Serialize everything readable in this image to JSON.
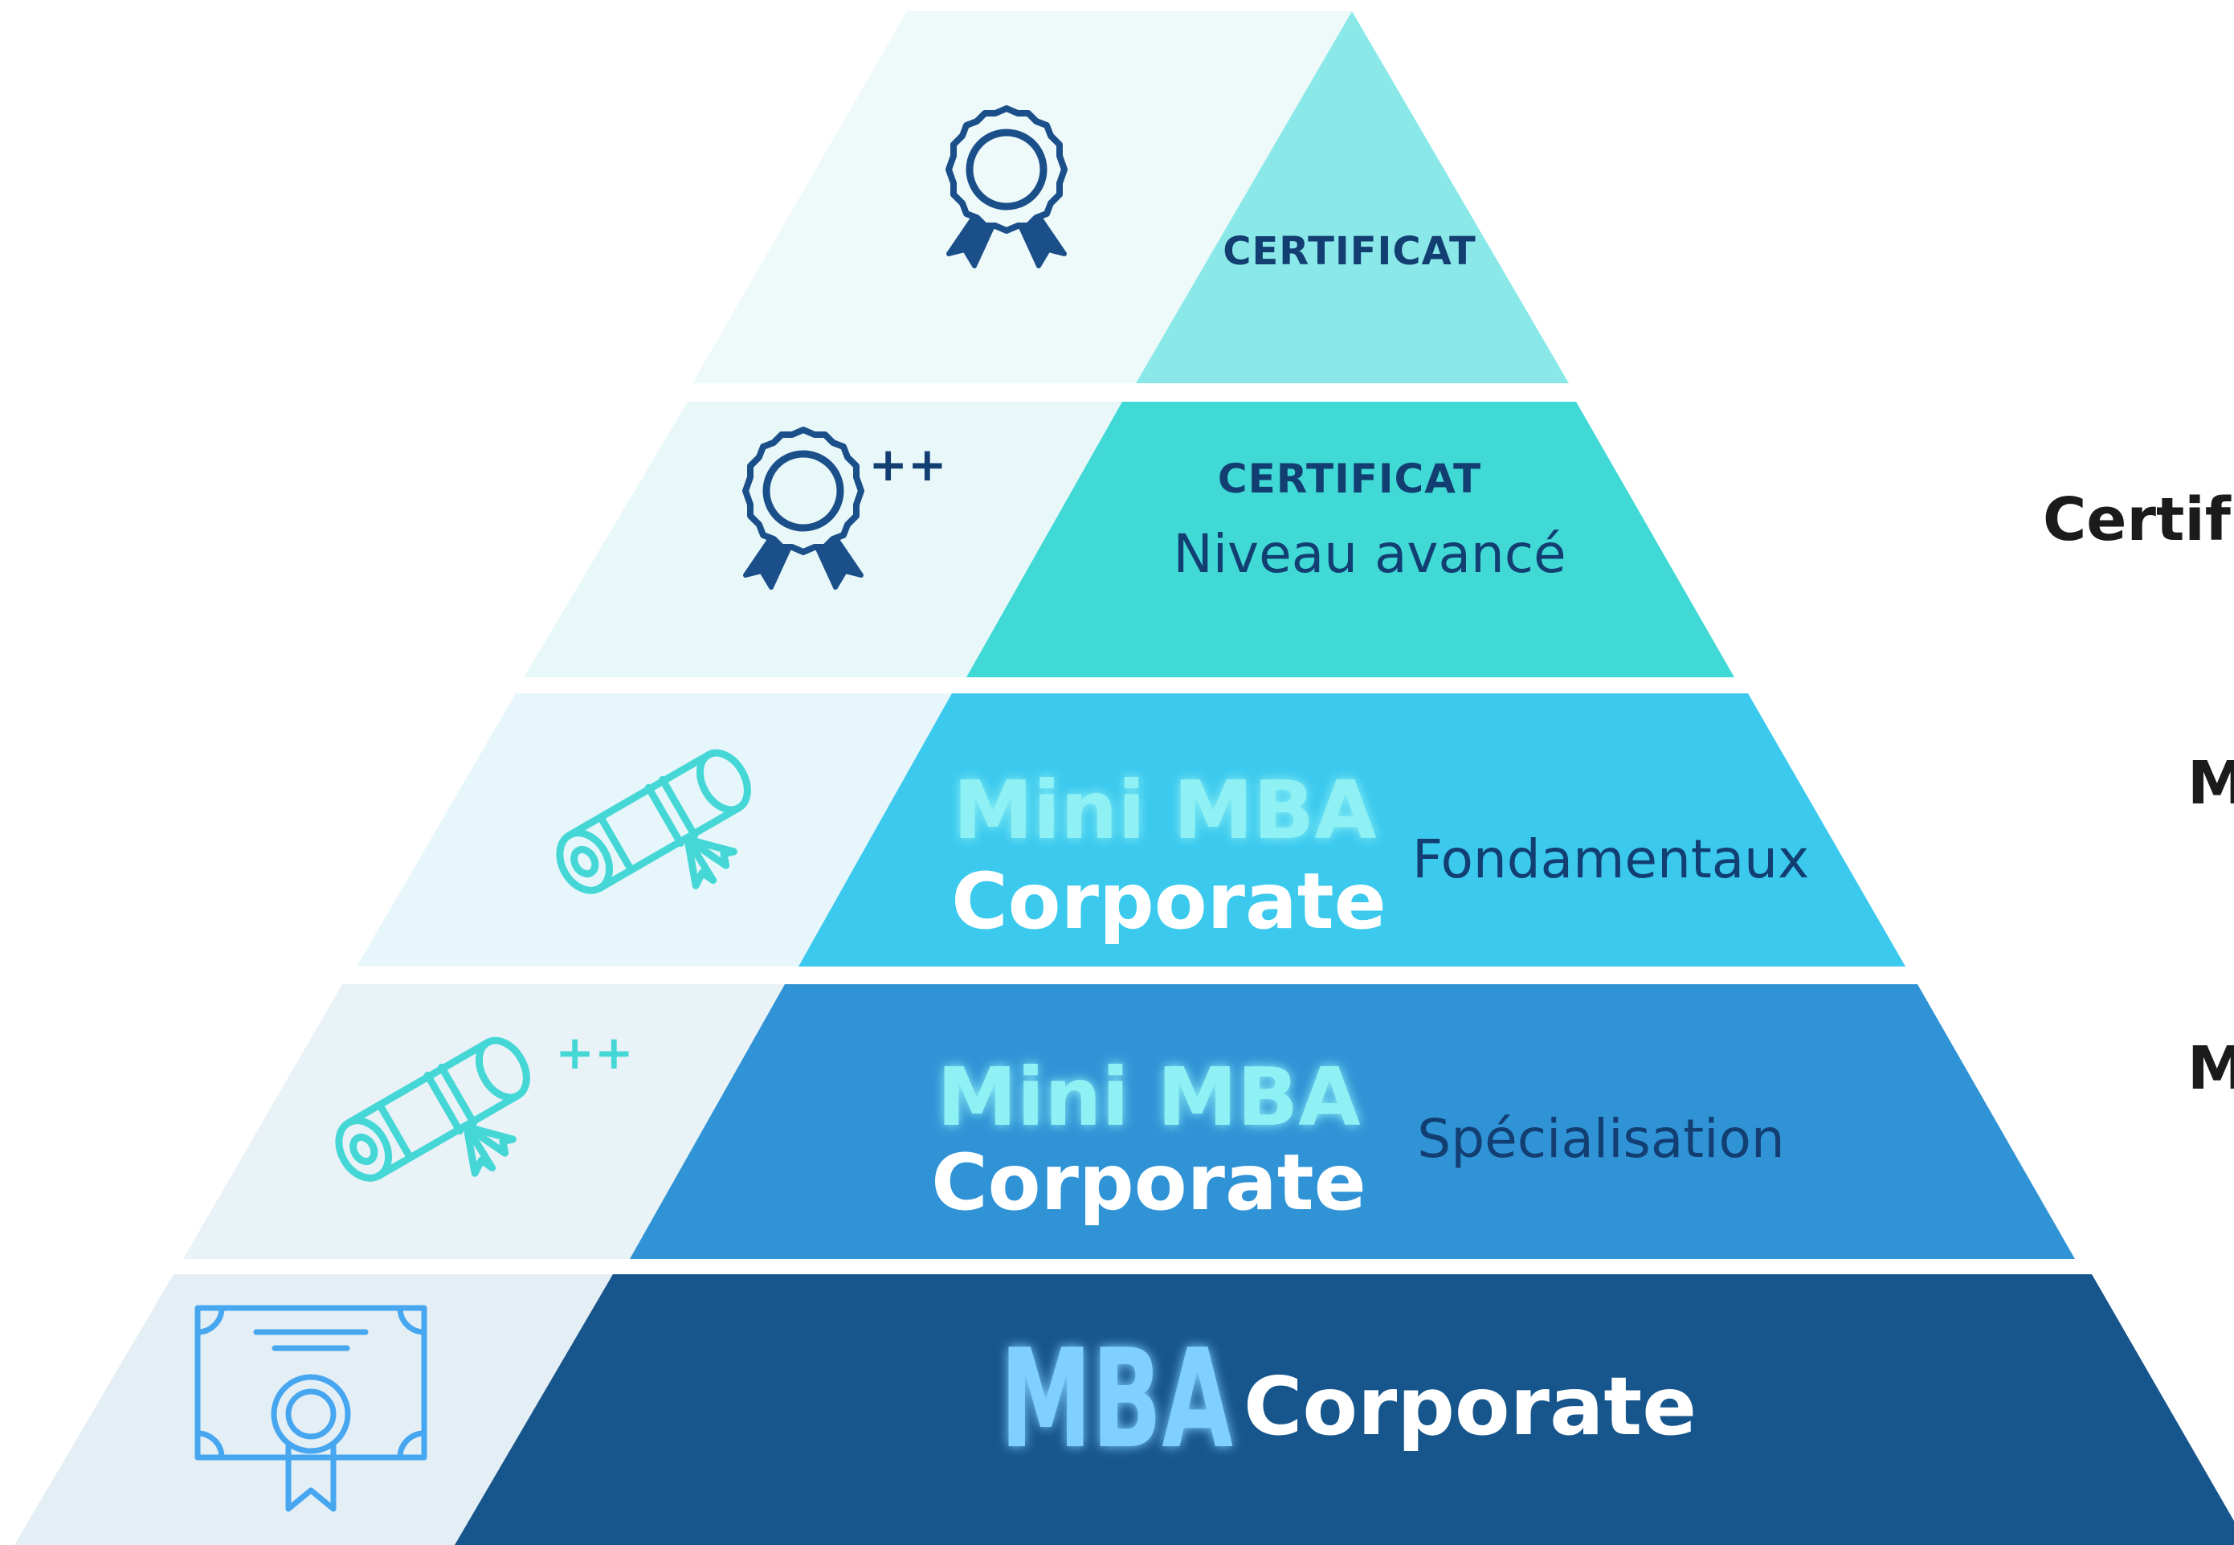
{
  "colors": {
    "background": "#ffffff",
    "tier1_light": "#eef9fa",
    "tier1_main": "#8ae9e8",
    "tier2_light": "#e8f8f9",
    "tier2_main": "#40d9d6",
    "tier3_light": "#e6f6fb",
    "tier3_main": "#3bc9ee",
    "tier4_light": "#e8f2f7",
    "tier4_main": "#2f93d6",
    "tier5_light": "#e4eef5",
    "tier5_main": "#17568c",
    "dark_text": "#123e72",
    "cyan_text": "#8ff1f4",
    "right_labels": "#1b1b1b"
  },
  "tiers": [
    {
      "icon": "rosette-award-icon",
      "title": "CERTIFICAT",
      "subtitle": ""
    },
    {
      "icon": "rosette-award-plus-icon",
      "badge": "++",
      "title": "CERTIFICAT",
      "subtitle": "Niveau avancé"
    },
    {
      "icon": "diploma-scroll-icon",
      "line1": "Mini MBA",
      "line2": "Corporate",
      "subtitle": "Fondamentaux"
    },
    {
      "icon": "diploma-scroll-plus-icon",
      "badge": "++",
      "line1": "Mini MBA",
      "line2": "Corporate",
      "subtitle": "Spécialisation"
    },
    {
      "icon": "framed-certificate-icon",
      "line1": "MBA",
      "line2": "Corporate"
    }
  ],
  "right_labels": [
    "Certif",
    "M",
    "M"
  ]
}
